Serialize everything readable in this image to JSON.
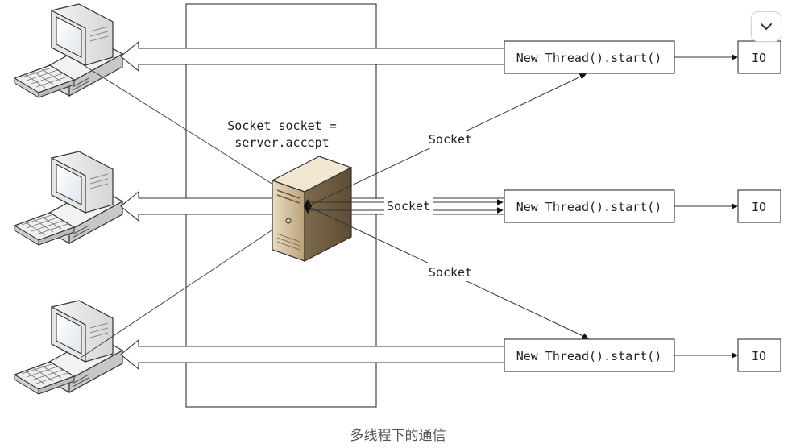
{
  "diagram": {
    "server_label_line1": "Socket socket =",
    "server_label_line2": "server.accept",
    "socket_labels": [
      "Socket",
      "Socket",
      "Socket"
    ],
    "threads": [
      {
        "label": "New Thread().start()",
        "io": "IO"
      },
      {
        "label": "New Thread().start()",
        "io": "IO"
      },
      {
        "label": "New Thread().start()",
        "io": "IO"
      }
    ]
  },
  "caption": "多线程下的通信",
  "toggle_icon": "chevron-down-icon"
}
